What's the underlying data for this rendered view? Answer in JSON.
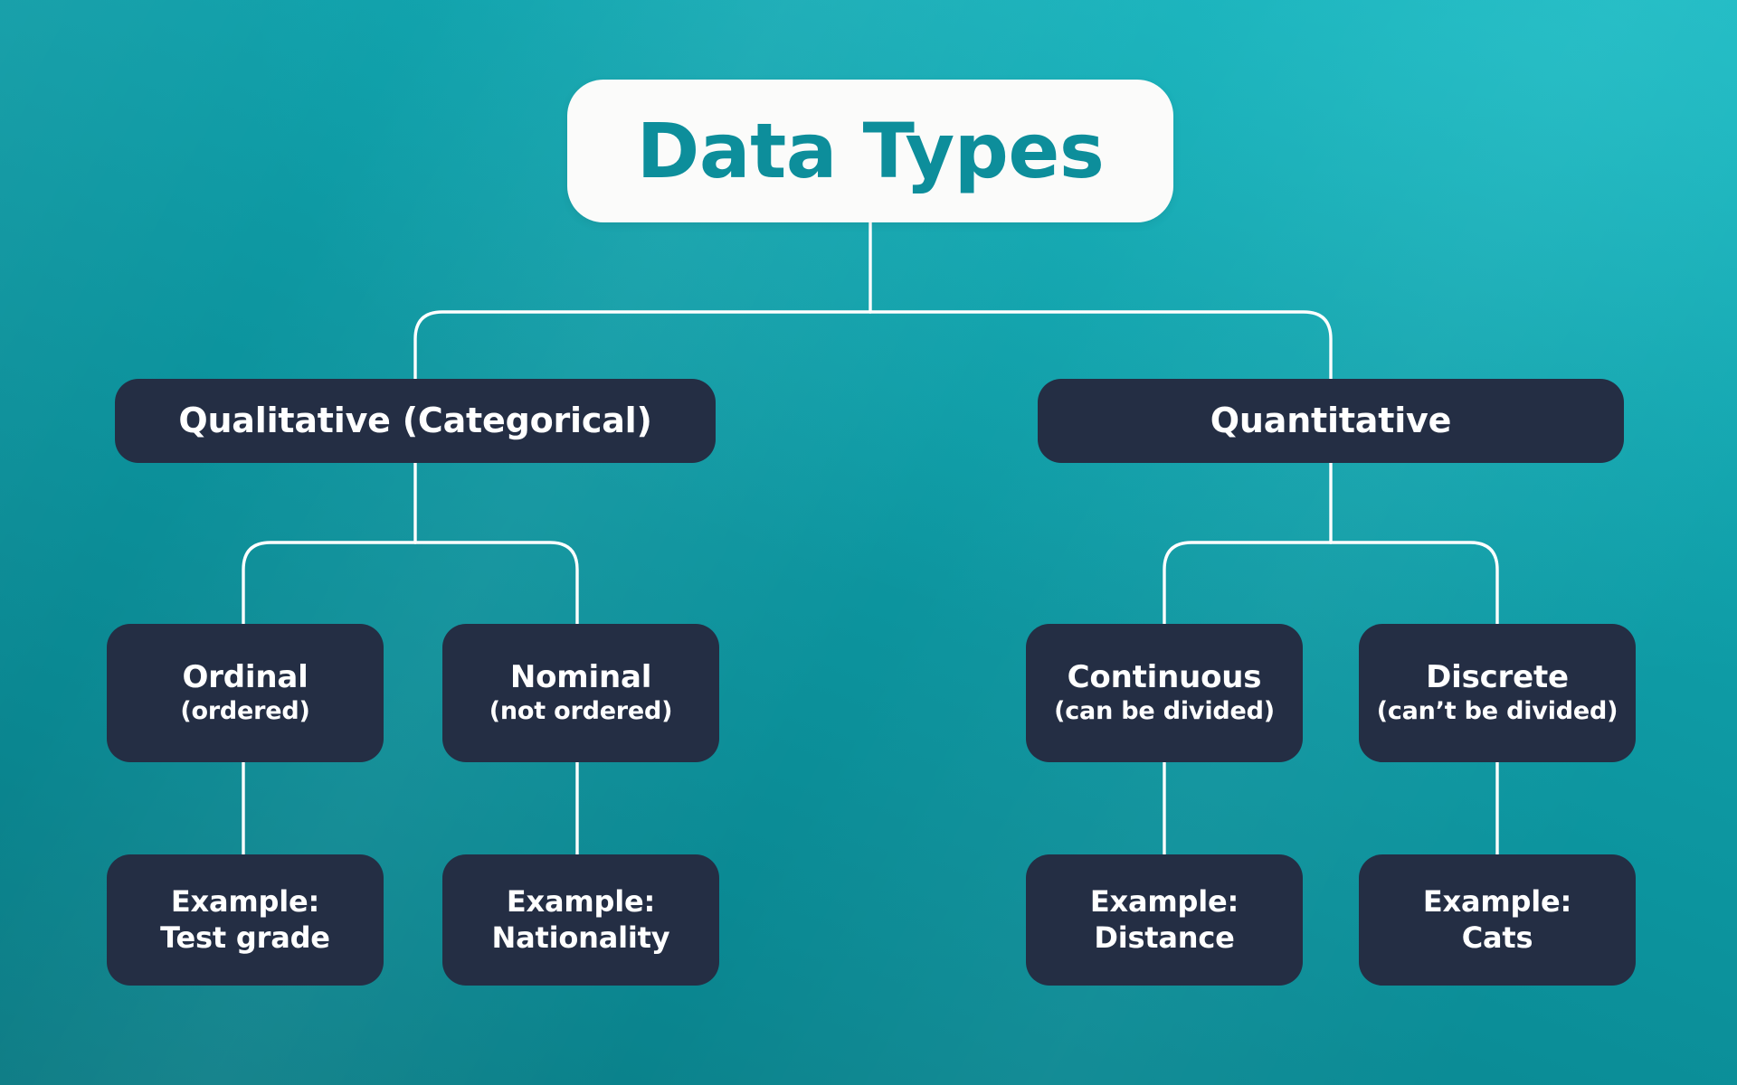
{
  "diagram": {
    "title": "Data Types",
    "type": "hierarchical-tree",
    "colors": {
      "background_gradient_from": "#17b3bd",
      "background_gradient_to": "#0b7b84",
      "node_fill": "#242e44",
      "root_fill": "#fbfbfa",
      "root_text": "#0d8e9b",
      "node_text": "#ffffff",
      "connector": "#ffffff"
    },
    "root": {
      "label": "Data Types"
    },
    "level2": [
      {
        "id": "qualitative",
        "label": "Qualitative (Categorical)"
      },
      {
        "id": "quantitative",
        "label": "Quantitative"
      }
    ],
    "level3": [
      {
        "id": "ordinal",
        "title": "Ordinal",
        "subtitle": "(ordered)"
      },
      {
        "id": "nominal",
        "title": "Nominal",
        "subtitle": "(not ordered)"
      },
      {
        "id": "continuous",
        "title": "Continuous",
        "subtitle": "(can be divided)"
      },
      {
        "id": "discrete",
        "title": "Discrete",
        "subtitle": "(can’t be divided)"
      }
    ],
    "examples": [
      {
        "id": "example-ordinal",
        "line1": "Example:",
        "line2": "Test grade"
      },
      {
        "id": "example-nominal",
        "line1": "Example:",
        "line2": "Nationality"
      },
      {
        "id": "example-continuous",
        "line1": "Example:",
        "line2": "Distance"
      },
      {
        "id": "example-discrete",
        "line1": "Example:",
        "line2": "Cats"
      }
    ]
  }
}
